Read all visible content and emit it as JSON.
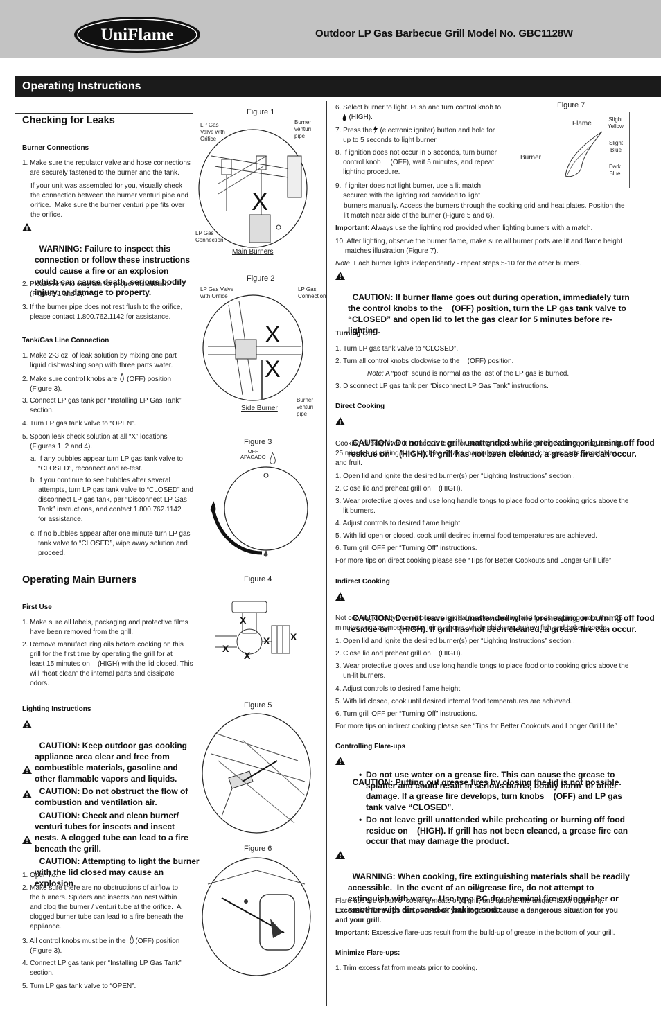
{
  "header": {
    "brand": "UniFlame",
    "title": "Outdoor LP Gas Barbecue Grill  Model No. GBC1128W"
  },
  "section_title": "Operating Instructions",
  "left": {
    "checking_leaks": {
      "heading": "Checking for Leaks",
      "burner_connections": {
        "heading": "Burner Connections",
        "p1": "1. Make sure the regulator valve and hose connections\n    are securely fastened to the burner and the tank.",
        "p1b": "If your unit was assembled for you, visually check\nthe connection between the burner venturi pipe and\norifice.  Make sure the burner venturi pipe fits over\nthe orifice.",
        "warning": "WARNING: Failure to inspect this\nconnection or follow these instructions\ncould cause a fire or an explosion\nwhich can cause death, serious bodily\ninjury, or damage to property.",
        "p2": "2. Please refer to diagram for proper installation\n    (Figures 1 and 2).",
        "p3": "3. If the burner pipe does not rest flush to the orifice,\n    please contact 1.800.762.1142 for assistance."
      },
      "tank_gas": {
        "heading": "Tank/Gas Line Connection",
        "p1": "1. Make 2-3 oz. of leak solution by mixing one part\n    liquid dishwashing soap with three parts water.",
        "p2": "2. Make sure control knobs are     (OFF) position\n    (Figure 3).",
        "p3": "3. Connect LP gas tank per “Installing LP Gas Tank”\n    section.",
        "p4": "4. Turn LP gas tank valve to “OPEN”.",
        "p5": "5. Spoon leak check solution at all “X” locations\n    (Figures 1, 2 and 4).",
        "pa": "a. If any bubbles appear turn LP gas tank valve to\n    “CLOSED”, reconnect and re-test.",
        "pb": "b. If you continue to see bubbles after several\n    attempts, turn LP gas tank valve to “CLOSED” and\n    disconnect LP gas tank, per “Disconnect LP Gas\n    Tank” instructions, and contact 1.800.762.1142\n    for assistance.",
        "pc": "c. If no bubbles appear after one minute turn LP gas\n    tank valve to “CLOSED”, wipe away solution and\n    proceed."
      }
    },
    "main_burners": {
      "heading": "Operating Main Burners",
      "first_use": {
        "heading": "First Use",
        "p1": "1. Make sure all labels, packaging and protective films\n    have been removed from the grill.",
        "p2": "2. Remove manufacturing oils before cooking on this\n    grill for the first time by operating the grill for at\n    least 15 minutes on    (HIGH) with the lid closed. This\n    will “heat clean” the internal parts and dissipate\n    odors."
      },
      "lighting": {
        "heading": "Lighting Instructions",
        "c1": "CAUTION: Keep outdoor gas cooking\nappliance area clear and free from\ncombustible materials, gasoline and\nother flammable vapors and liquids.",
        "c2": "CAUTION: Do not obstruct the flow of\ncombustion and ventilation air.",
        "c3": "CAUTION: Check and clean burner/\nventuri tubes for insects and insect\nnests. A clogged tube can lead to a fire\nbeneath the grill.",
        "c4": "CAUTION: Attempting to light the burner\nwith the lid closed may cause an\nexplosion.",
        "p1": "1. Open lid.",
        "p2": "2. Make sure there are no obstructions of airflow to\n    the burners. Spiders and insects can nest within\n    and clog the burner / venturi tube at the orifice.  A\n    clogged burner tube can lead to a fire beneath the\n    appliance.",
        "p3": "3. All control knobs must be in the     (OFF) position\n    (Figure 3).",
        "p4": "4. Connect LP gas tank per “Installing LP Gas Tank”\n    section.",
        "p5": "5. Turn LP gas tank valve to “OPEN”."
      }
    }
  },
  "figures": {
    "fig1": {
      "caption": "Figure 1",
      "lbl_valve": "LP Gas\nValve with\nOrifice",
      "lbl_venturi": "Burner\nventuri\npipe",
      "lbl_conn": "LP Gas\nConnection",
      "link": "Main Burners"
    },
    "fig2": {
      "caption": "Figure 2",
      "lbl_valve": "LP Gas Valve\nwith Orifice",
      "lbl_conn": "LP Gas\nConnection",
      "lbl_venturi": "Burner\nventuri\npipe",
      "link": "Side Burner"
    },
    "fig3": {
      "caption": "Figure 3",
      "off_label": "OFF\nAPAGADO"
    },
    "fig4": {
      "caption": "Figure 4"
    },
    "fig5": {
      "caption": "Figure 5"
    },
    "fig6": {
      "caption": "Figure 6"
    },
    "fig7": {
      "caption": "Figure 7",
      "flame": "Flame",
      "burner": "Burner",
      "slight_yellow": "Slight\nYellow",
      "slight_blue": "Slight\nBlue",
      "dark_blue": "Dark\nBlue"
    }
  },
  "right": {
    "p6": "6. Select burner to light. Push and turn control knob to\n       (HIGH).",
    "p7": "7. Press the    (electronic igniter) button and hold for\n    up to 5 seconds to light burner.",
    "p8": "8. If ignition does not occur in 5 seconds, turn burner\n    control knob     (OFF), wait 5 minutes, and repeat\n    lighting procedure.",
    "p9": "9. If igniter does not light burner, use a lit match\n    secured with the lighting rod provided to light",
    "p9b": "burners manually. Access the burners through the cooking grid and heat plates. Position the\nlit match near side of the burner (Figure 5 and 6).",
    "important1_label": "Important:",
    "important1": " Always use the lighting rod provided when lighting burners with a match.",
    "p10": "10. After lighting, observe the burner flame, make sure all burner ports are lit and flame height\n     matches illustration (Figure 7).",
    "note1_label": "Note",
    "note1": ": Each burner lights independently - repeat steps 5-10 for the other burners.",
    "caution_flame": "CAUTION: If burner flame goes out during operation, immediately turn\nthe control knobs to the    (OFF) position, turn the LP gas tank valve to\n“CLOSED” and open lid to let the gas clear for 5 minutes before re-\nlighting.",
    "turning_off": {
      "heading": "Turning Off",
      "p1": "1. Turn LP gas tank valve to “CLOSED”.",
      "p2": "2. Turn all control knobs clockwise to the    (OFF) position.",
      "note": "Note:",
      "note_text": " A “poof” sound is normal as the last of the LP gas is burned.",
      "p3": "3. Disconnect LP gas tank per “Disconnect LP Gas Tank” instructions."
    },
    "direct": {
      "heading": "Direct Cooking",
      "caution": "CAUTION: Do not leave grill unattended while preheating or burning off food\nresidue on    (HIGH). If grill has not been cleaned, a grease fire can occur.",
      "intro": "Cooking directly over lit burners is ideal for searing in juices and grilling food requiring less than\n25 minutes of grilling time, such as steaks, hamburgers, hot dogs, chicken parts, vegetables\nand fruit.",
      "s1": "1. Open lid and ignite the desired burner(s) per “Lighting Instructions” section..",
      "s2": "2. Close lid and preheat grill on    (HIGH).",
      "s3": "3. Wear protective gloves and use long handle tongs to place food onto cooking grids above the\n    lit burners.",
      "s4": "4. Adjust controls to desired flame height.",
      "s5": "5. With lid open or closed, cook until desired internal food temperatures are achieved.",
      "s6": "6. Turn grill OFF per “Turning Off” instructions.",
      "tips": "For more tips on direct cooking please see “Tips for Better Cookouts and Longer Grill Life”"
    },
    "indirect": {
      "heading": "Indirect Cooking",
      "caution": "CAUTION: Do not leave grill unattended while preheating or burning off food\nresidue on    (HIGH). If grill has not been cleaned, a grease fire can occur.",
      "intro": "Not cooking directly over lit burners is ideal for slow cooking and foods requiring more than 25\nminutes such as most roasts, loins, chops, whole chickens, turkey, fish and baked goods.",
      "s1": "1. Open lid and ignite the desired burner(s) per “Lighting Instructions” section..",
      "s2": "2. Close lid and preheat grill on    (HIGH).",
      "s3": "3. Wear protective gloves and use long handle tongs to place food onto cooking grids above the\n    un-lit burners.",
      "s4": "4. Adjust controls to desired flame height.",
      "s5": "5. With lid closed, cook until desired internal food temperatures are achieved.",
      "s6": "6. Turn grill OFF per “Turning Off” instructions.",
      "tips": "For more tips on indirect cooking please see “Tips for Better Cookouts and Longer Grill Life”"
    },
    "flareups": {
      "heading": "Controlling Flare-ups",
      "caution": "CAUTION: Putting out grease fires by closing the lid is not possible.",
      "b1": "Do not use water on a grease fire. This can cause the grease to\nsplatter and could result in serious burns, bodily harm  or other\ndamage. If a grease fire develops, turn knobs    (OFF) and LP gas\ntank valve “CLOSED”.",
      "b2": "Do not leave grill unattended while preheating or burning off food\nresidue on    (HIGH). If grill has not been cleaned, a grease fire can\noccur that may damage the product.",
      "warning": "WARNING: When cooking, fire extinguishing materials shall be readily\naccessible.  In the event of an oil/grease fire, do not attempt to\nextinguish with water.  Use type BC dry chemical fire extinguisher or\nsmother with dirt, sand or baking soda.",
      "p1": "Flare-ups are a part of cooking meats on a grill, and adds to the unique flavor of grilling.",
      "p2": "Excessive flare-ups can over-cook your food and cause a dangerous situation for you\nand your grill.",
      "important_label": "Important:",
      "important": " Excessive flare-ups result from the build-up of grease in the bottom of your grill."
    },
    "minimize": {
      "heading": "Minimize Flare-ups:",
      "p1": "1. Trim excess fat from meats prior to cooking."
    }
  }
}
